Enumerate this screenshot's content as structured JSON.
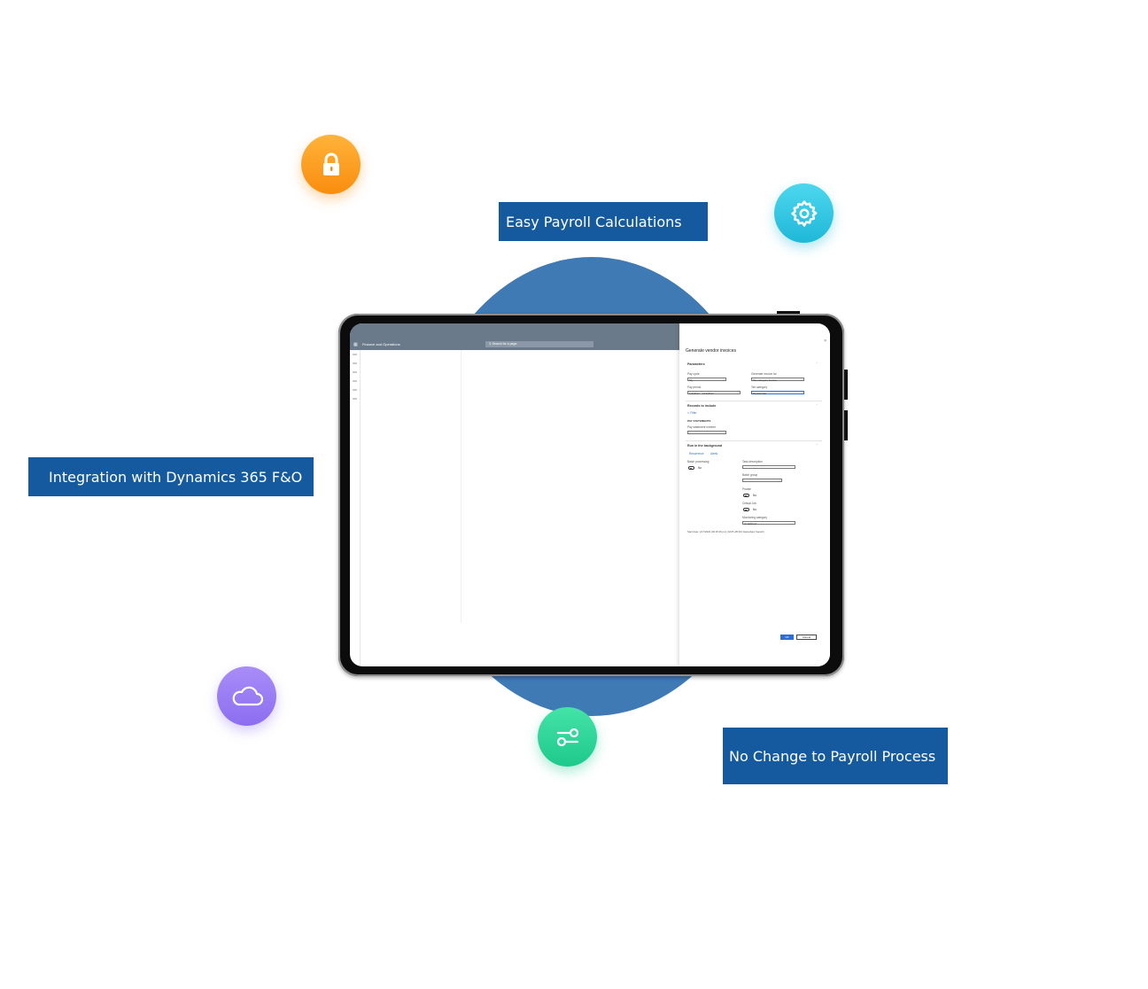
{
  "badges": {
    "easy": "Easy Payroll Calculations",
    "integration": "Integration with Dynamics 365 F&O",
    "no_change": "No Change to Payroll Process"
  },
  "icons": {
    "lock": "lock-icon",
    "gear": "gear-icon",
    "cloud": "cloud-icon",
    "toggle": "toggle-icon"
  },
  "colors": {
    "badge_bg": "#155a9e",
    "circle_bg": "#3f7ab4",
    "lock": "#f98d0e",
    "gear": "#1fb8d8",
    "cloud": "#8c6ef0",
    "toggle": "#1ec98b",
    "accent": "#2b6fd4"
  },
  "app": {
    "title": "Finance and Operations",
    "search_placeholder": "Search for a page"
  },
  "panel": {
    "title": "Generate vendor invoices",
    "close": "×",
    "parameters": "Parameters",
    "pay_cycle_label": "Pay cycle",
    "pay_cycle_value": "Sly",
    "pay_period_label": "Pay period",
    "pay_period_value": "1/4/2017 - 1/17/2017",
    "generate_for_label": "Generate invoice for",
    "generate_for_value": "Tax category invoice",
    "tax_category_label": "Tax category",
    "tax_category_value": "Residential",
    "records_label": "Records to include",
    "filter": "Filter",
    "pay_statements": "PAY STATEMENTS",
    "pay_statement_number": "Pay statement number",
    "background_label": "Run in the background",
    "recurrence": "Recurrence",
    "alerts": "Alerts",
    "batch_processing": "Batch processing",
    "no": "No",
    "task_description": "Task description",
    "batch_group": "Batch group",
    "private": "Private",
    "critical_job": "Critical Job",
    "monitoring_category": "Monitoring category",
    "monitoring_value": "Undefined",
    "start_date": "Start date: 1/17/2023 (00:25:49 pm) (GMT+05:00) Islamabad, Karachi",
    "ok": "OK",
    "cancel": "Cancel"
  }
}
